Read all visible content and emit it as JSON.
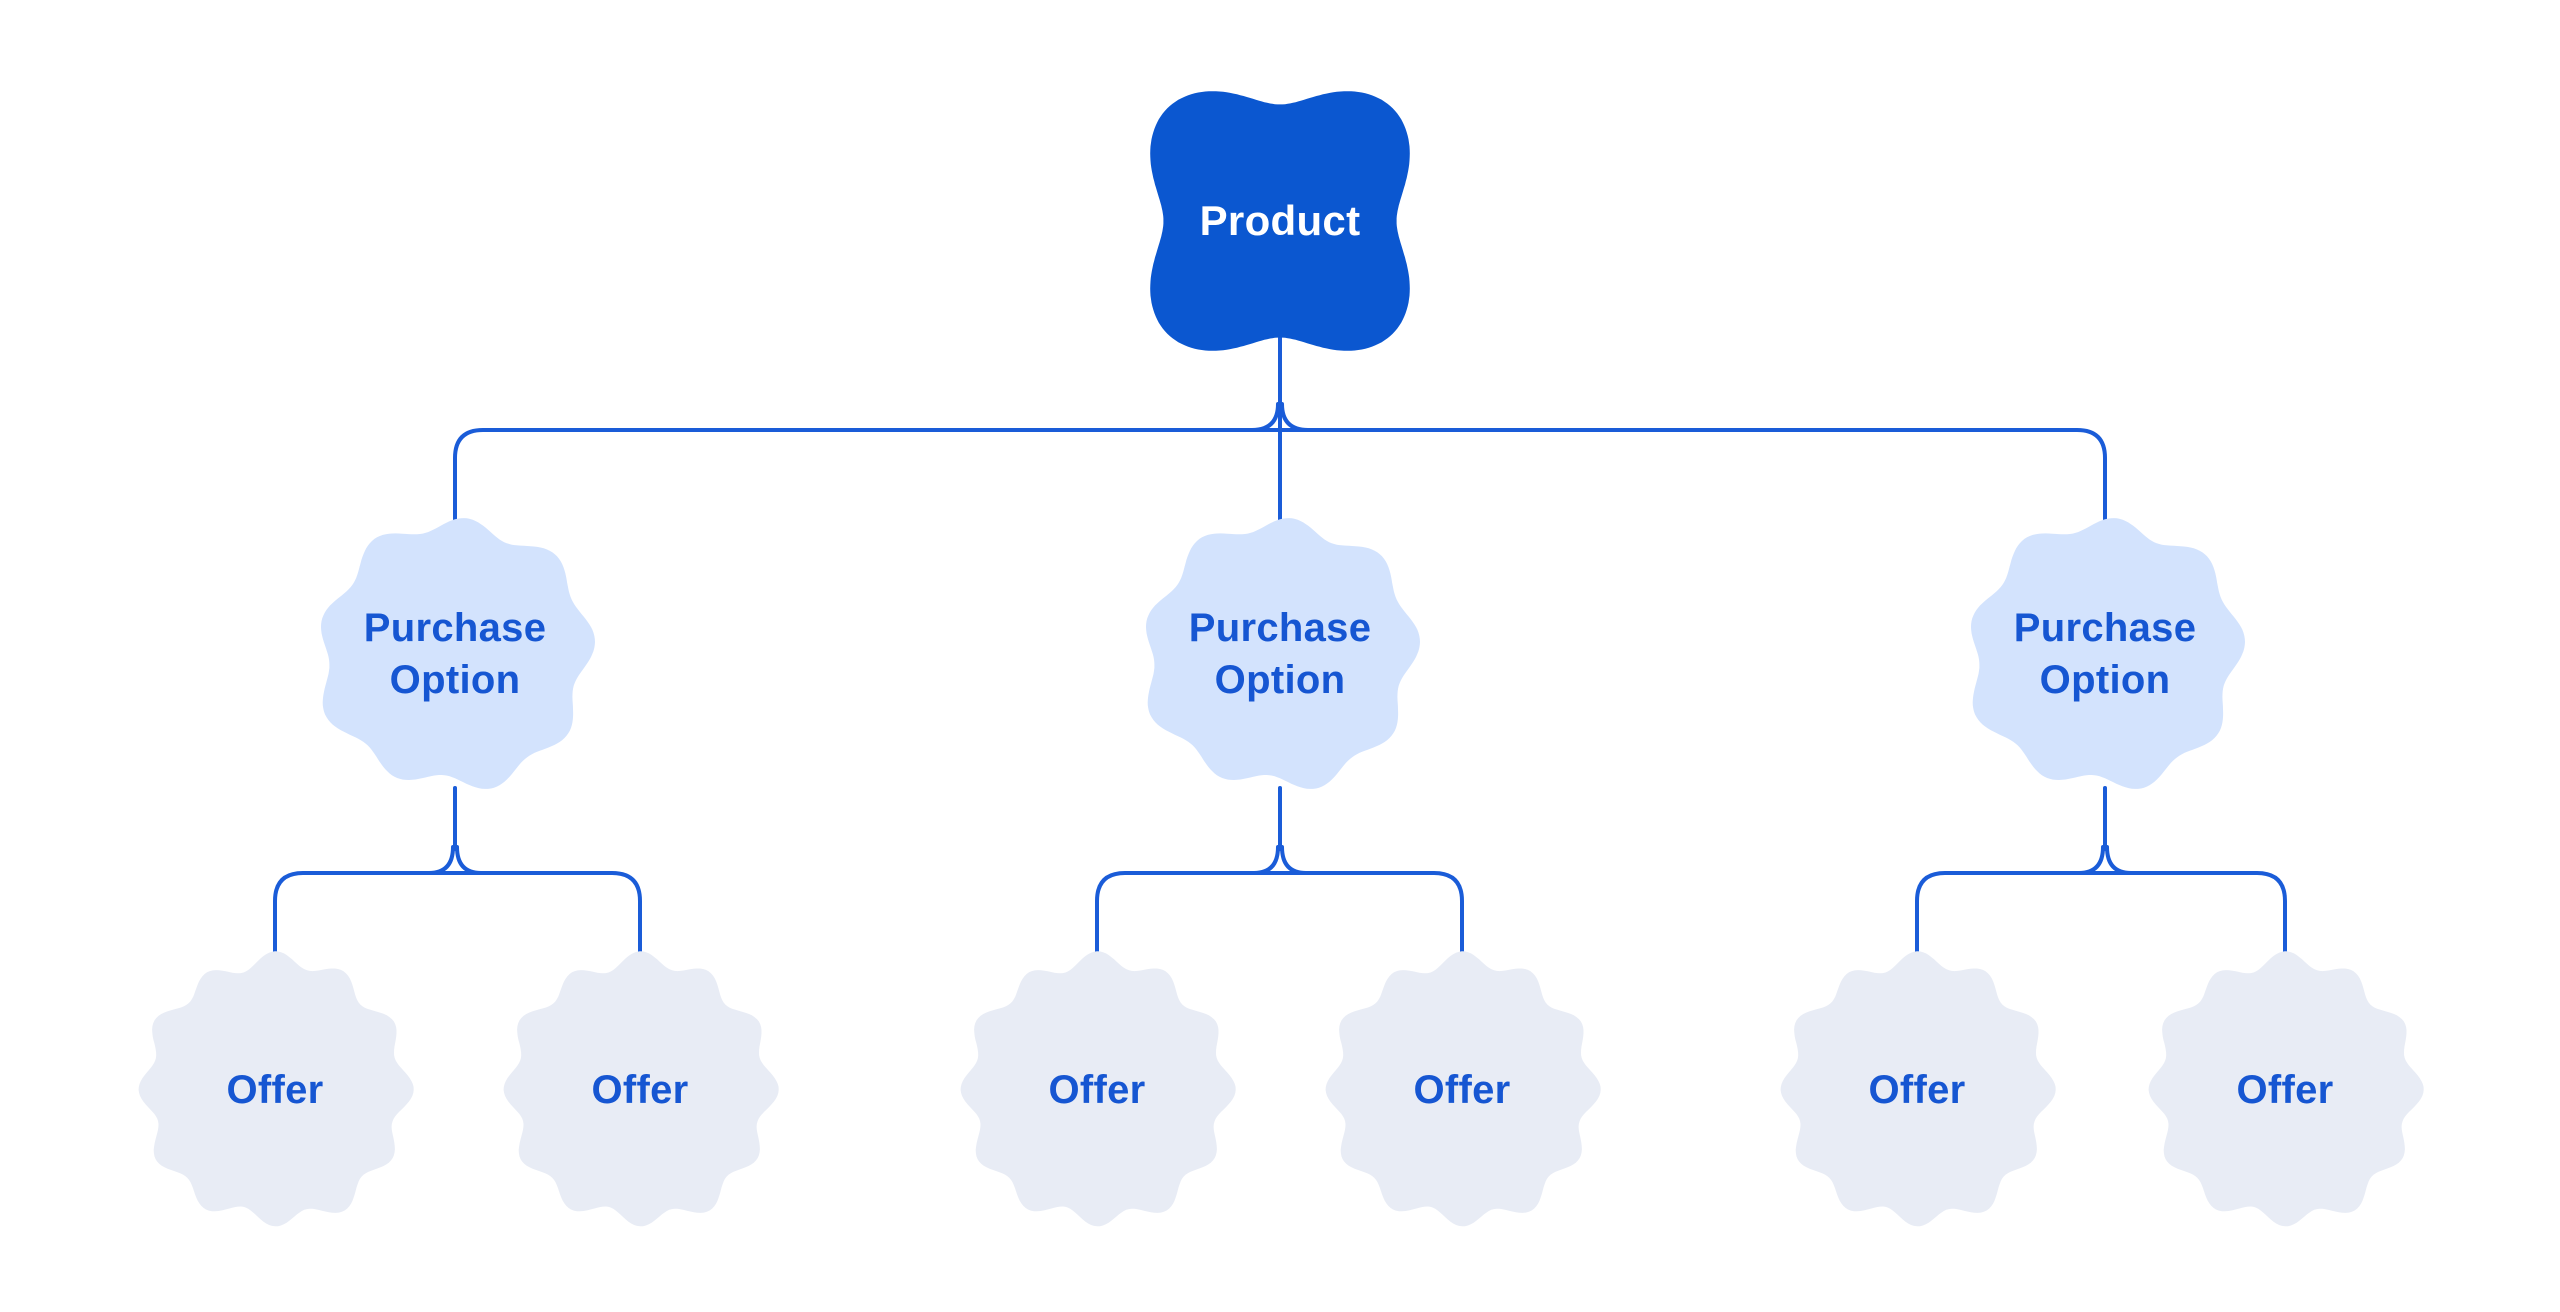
{
  "colors": {
    "background": "#ffffff",
    "root_fill": "#0b57d0",
    "root_text": "#ffffff",
    "option_fill": "#d3e3fd",
    "offer_fill": "#e8ecf5",
    "connector": "#1a5cd8",
    "node_text": "#1656d2"
  },
  "tree": {
    "root": {
      "label": "Product"
    },
    "purchase_options": [
      {
        "label": "Purchase Option",
        "offers": [
          {
            "label": "Offer"
          },
          {
            "label": "Offer"
          }
        ]
      },
      {
        "label": "Purchase Option",
        "offers": [
          {
            "label": "Offer"
          },
          {
            "label": "Offer"
          }
        ]
      },
      {
        "label": "Purchase Option",
        "offers": [
          {
            "label": "Offer"
          },
          {
            "label": "Offer"
          }
        ]
      }
    ]
  }
}
